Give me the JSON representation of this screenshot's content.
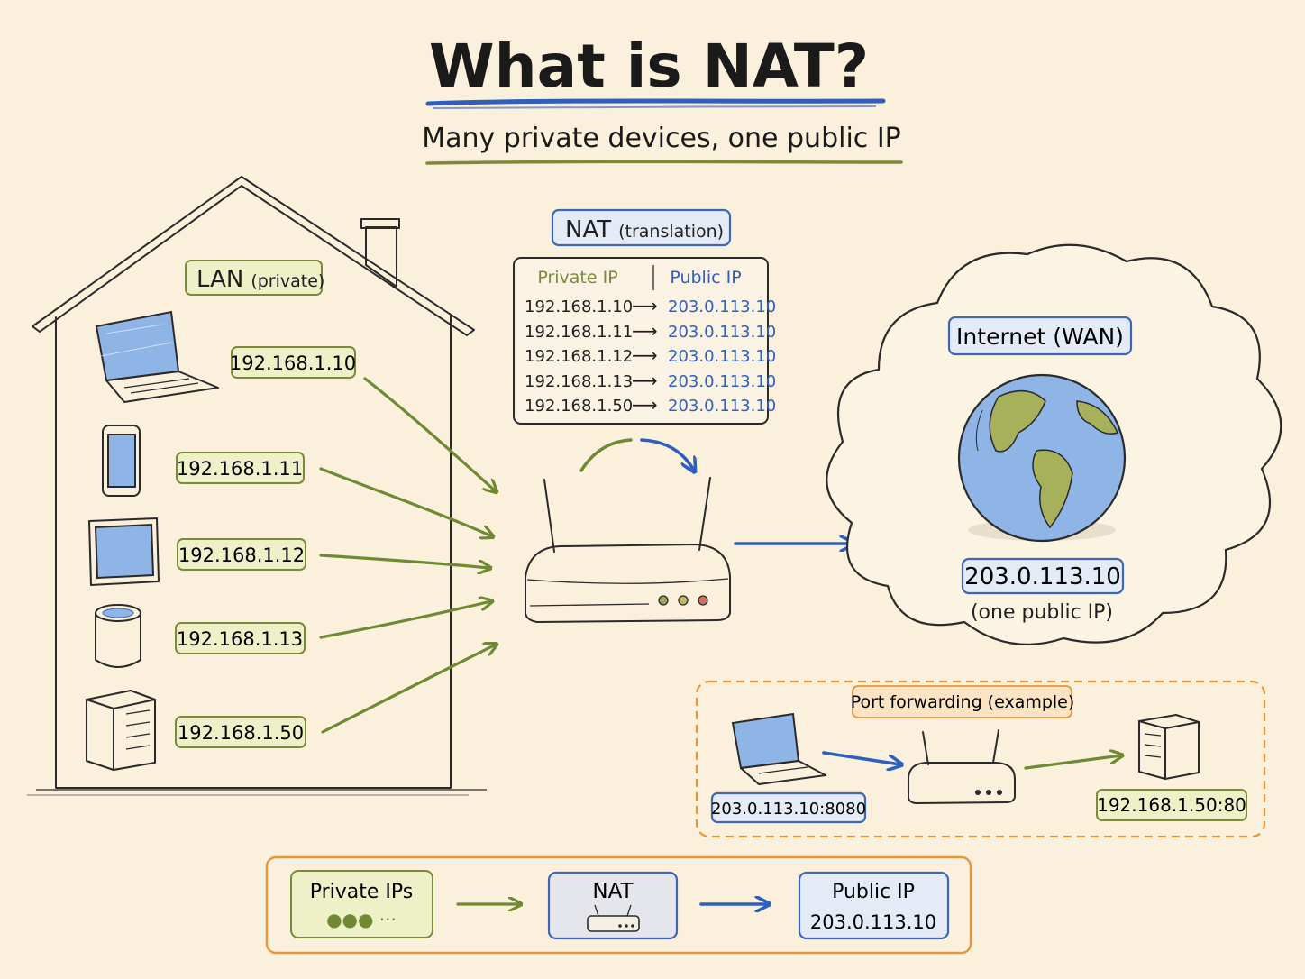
{
  "title": "What is NAT?",
  "subtitle": "Many private devices, one public IP",
  "lan": {
    "label": "LAN",
    "label_sub": "(private)",
    "devices": [
      {
        "icon": "laptop-icon",
        "ip": "192.168.1.10"
      },
      {
        "icon": "phone-icon",
        "ip": "192.168.1.11"
      },
      {
        "icon": "tablet-icon",
        "ip": "192.168.1.12"
      },
      {
        "icon": "smart-speaker-icon",
        "ip": "192.168.1.13"
      },
      {
        "icon": "server-icon",
        "ip": "192.168.1.50"
      }
    ]
  },
  "nat": {
    "label": "NAT",
    "label_sub": "(translation)",
    "table_headers": {
      "private": "Private IP",
      "public": "Public IP"
    },
    "rows": [
      {
        "private": "192.168.1.10",
        "arrow": "⟶",
        "public": "203.0.113.10"
      },
      {
        "private": "192.168.1.11",
        "arrow": "⟶",
        "public": "203.0.113.10"
      },
      {
        "private": "192.168.1.12",
        "arrow": "⟶",
        "public": "203.0.113.10"
      },
      {
        "private": "192.168.1.13",
        "arrow": "⟶",
        "public": "203.0.113.10"
      },
      {
        "private": "192.168.1.50",
        "arrow": "⟶",
        "public": "203.0.113.10"
      }
    ]
  },
  "internet": {
    "label": "Internet (WAN)",
    "public_ip": "203.0.113.10",
    "note": "(one public IP)"
  },
  "port_forwarding": {
    "label": "Port forwarding (example)",
    "external": "203.0.113.10:8080",
    "internal": "192.168.1.50:80"
  },
  "summary": {
    "private_label": "Private IPs",
    "private_dots": "●●● ···",
    "nat_label": "NAT",
    "public_label": "Public IP",
    "public_ip": "203.0.113.10"
  },
  "colors": {
    "background": "#faf0dc",
    "green": "#6f8a33",
    "blue": "#2f5fbd",
    "orange": "#e8953a"
  }
}
